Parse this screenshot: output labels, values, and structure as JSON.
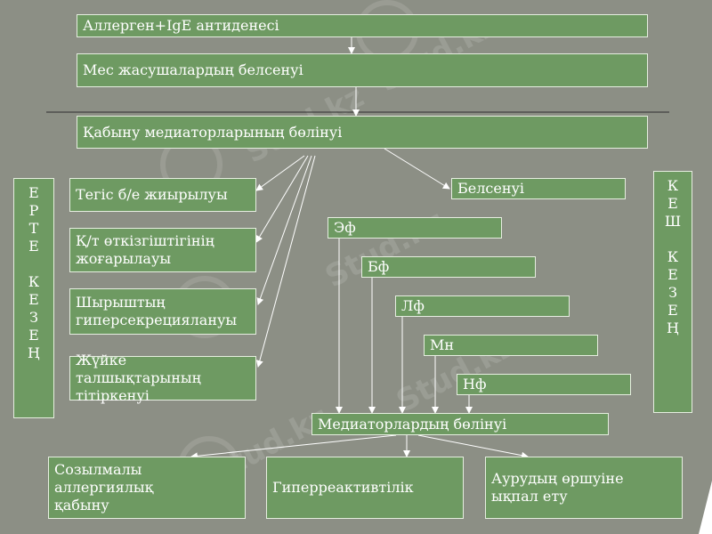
{
  "top": {
    "trigger": "Аллерген+IgE антиденесі",
    "activation": "Мес жасушалардың белсенуі",
    "release": "Қабыну медиаторларының бөлінуі"
  },
  "early_phase": {
    "label": "Е\nР\nТ\nЕ\n\nК\nЕ\nЗ\nЕ\nҢ",
    "effects": [
      "Тегіс б/е жиырылуы",
      "Қ/т өткізгіштігінің\nжоғарылауы",
      "Шырыштың\nгиперсекрециялануы",
      "Жүйке талшықтарының\nтітіркенуі"
    ]
  },
  "late_phase": {
    "label": "К\nЕ\nШ\n\nК\nЕ\nЗ\nЕ\nҢ",
    "activation": "Белсенуі",
    "cells": [
      "Эф",
      "Бф",
      "Лф",
      "Мн",
      "Нф"
    ],
    "mediators": "Медиаторлардың бөлінуі"
  },
  "outcomes": [
    "Созылмалы\nаллергиялық\nқабыну",
    "Гиперреактивтілік",
    "Аурудың өршуіне\nықпал ету"
  ],
  "watermark": "Stud.kz",
  "colors": {
    "background": "#8c8f85",
    "box_fill": "#6e9a62",
    "box_border": "#e6eee0",
    "text": "#ffffff"
  }
}
